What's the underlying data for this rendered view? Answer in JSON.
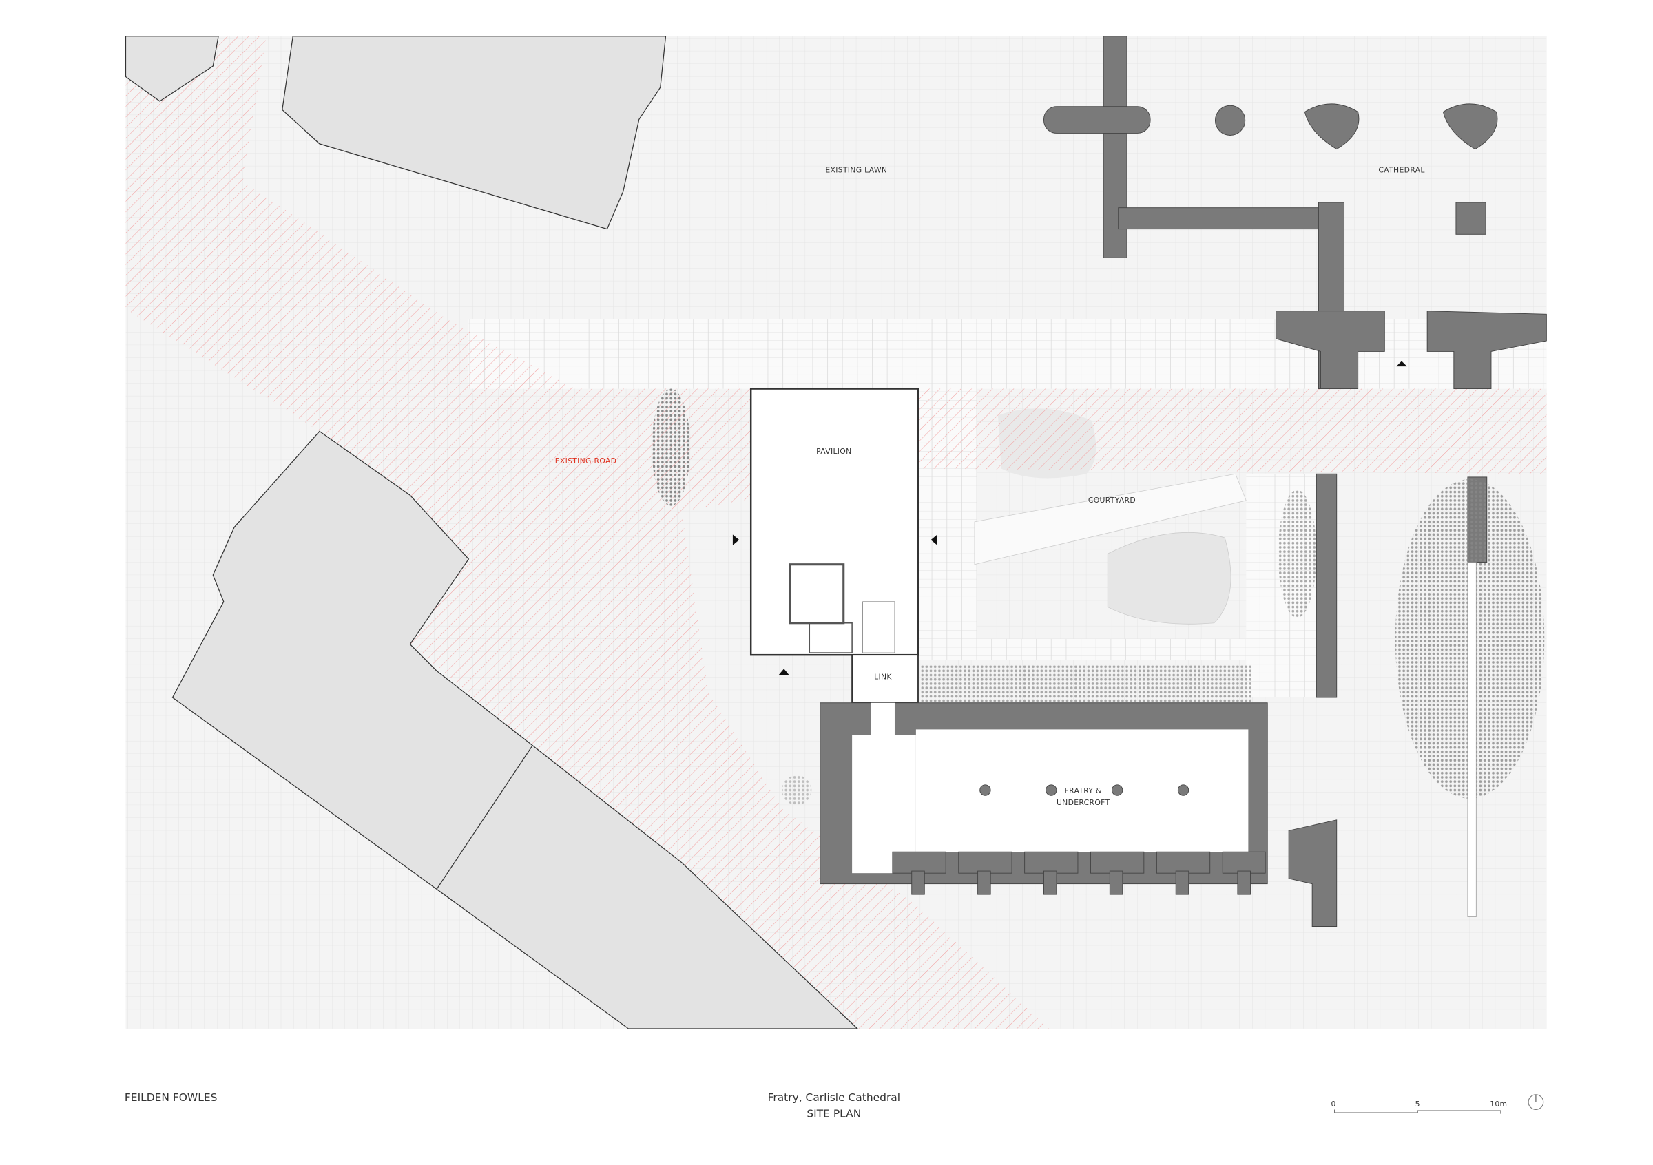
{
  "drawing": {
    "labels": {
      "existing_lawn": "EXISTING LAWN",
      "cathedral": "CATHEDRAL",
      "existing_road": "EXISTING ROAD",
      "pavilion": "PAVILION",
      "courtyard": "COURTYARD",
      "link": "LINK",
      "fratry_line1": "FRATRY &",
      "fratry_line2": "UNDERCROFT"
    },
    "colors": {
      "road_hatch": "#f2a3a3",
      "road_label": "#e0301e",
      "wall": "#7a7a7a",
      "building": "#e3e3e3"
    }
  },
  "footer": {
    "practice": "FEILDEN FOWLES",
    "project": "Fratry, Carlisle Cathedral",
    "sheet": "SITE PLAN",
    "scale": {
      "ticks": [
        "0",
        "5",
        "10m"
      ]
    },
    "north_icon": "north-arrow-icon"
  }
}
